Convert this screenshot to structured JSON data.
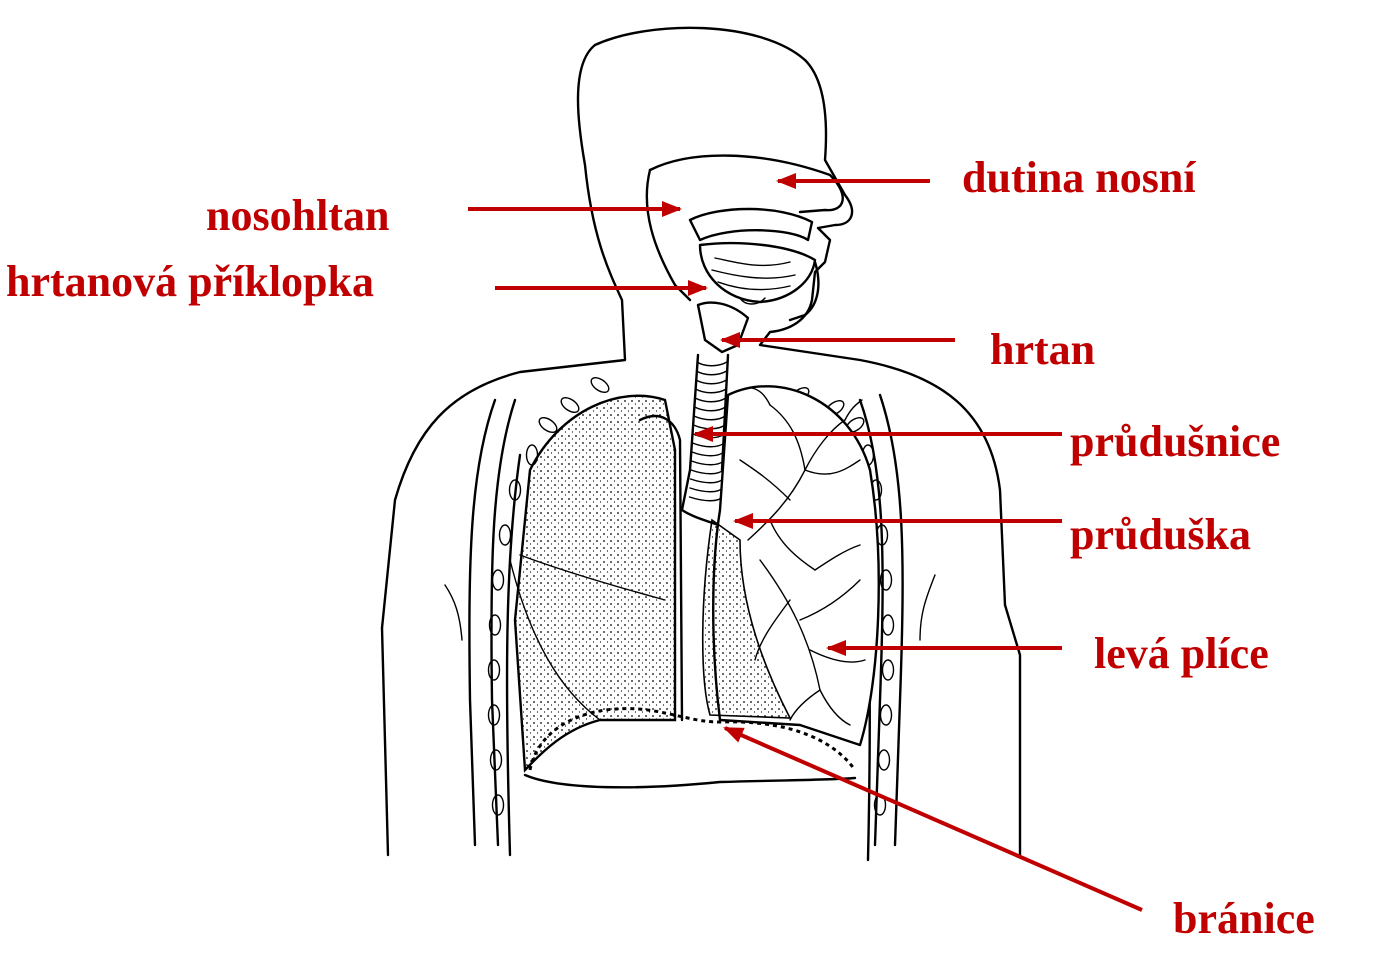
{
  "colors": {
    "label": "#c00000",
    "arrow": "#c00000",
    "outline": "#000000"
  },
  "labels": {
    "nasal_cavity": "dutina nosní",
    "nasopharynx": "nosohltan",
    "epiglottis": "hrtanová příklopka",
    "larynx": "hrtan",
    "trachea": "průdušnice",
    "bronchus": "průduška",
    "left_lung": "levá plíce",
    "diaphragm": "bránice"
  }
}
